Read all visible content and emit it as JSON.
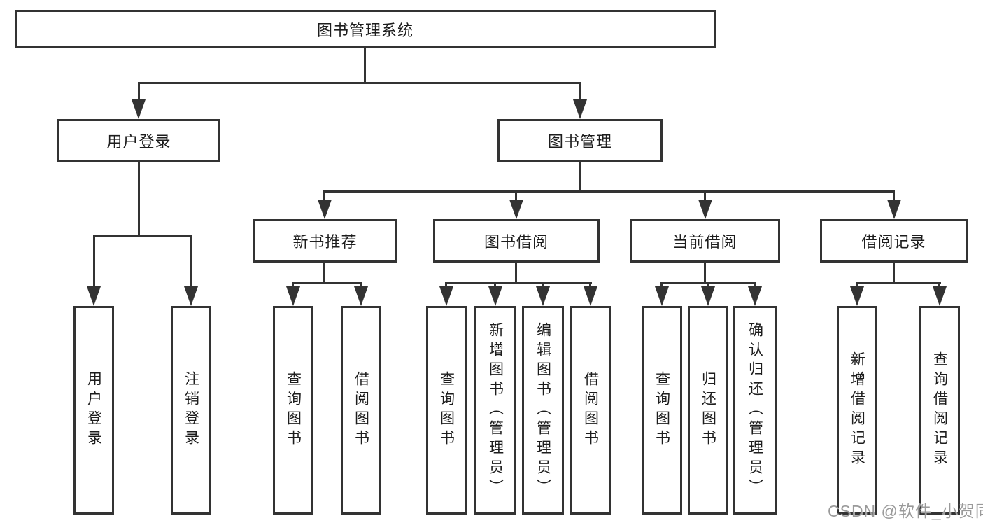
{
  "diagram": {
    "type": "hierarchy-tree",
    "title": "图书管理系统",
    "colors": {
      "line": "#333333",
      "box_border": "#333333",
      "box_fill": "#ffffff",
      "text": "#1d1d1d",
      "watermark": "#9a9a9a",
      "background": "#ffffff"
    },
    "hierarchy": {
      "图书管理系统": {
        "用户登录": [
          "用户登录",
          "注销登录"
        ],
        "图书管理": {
          "新书推荐": [
            "查询图书",
            "借阅图书"
          ],
          "图书借阅": [
            "查询图书",
            "新增图书（管理员）",
            "编辑图书（管理员）",
            "借阅图书"
          ],
          "当前借阅": [
            "查询图书",
            "归还图书",
            "确认归还（管理员）"
          ],
          "借阅记录": [
            "新增借阅记录",
            "查询借阅记录"
          ]
        }
      }
    }
  },
  "nodes": {
    "root": "图书管理系统",
    "user_login": "用户登录",
    "book_mgmt": "图书管理",
    "new_book_rec": "新书推荐",
    "book_borrow": "图书借阅",
    "current_borrow": "当前借阅",
    "borrow_record": "借阅记录",
    "leaf_user_login": "用户登录",
    "leaf_logout": "注销登录",
    "leaf_rec_query_book": "查询图书",
    "leaf_rec_borrow_book": "借阅图书",
    "leaf_bb_query_book": "查询图书",
    "leaf_bb_add_book": "新增图书（管理员）",
    "leaf_bb_edit_book": "编辑图书（管理员）",
    "leaf_bb_borrow_book": "借阅图书",
    "leaf_cb_query_book": "查询图书",
    "leaf_cb_return_book": "归还图书",
    "leaf_cb_confirm_return": "确认归还（管理员）",
    "leaf_br_add_record": "新增借阅记录",
    "leaf_br_query_record": "查询借阅记录"
  },
  "watermark": "CSDN @软件_小贺同学"
}
